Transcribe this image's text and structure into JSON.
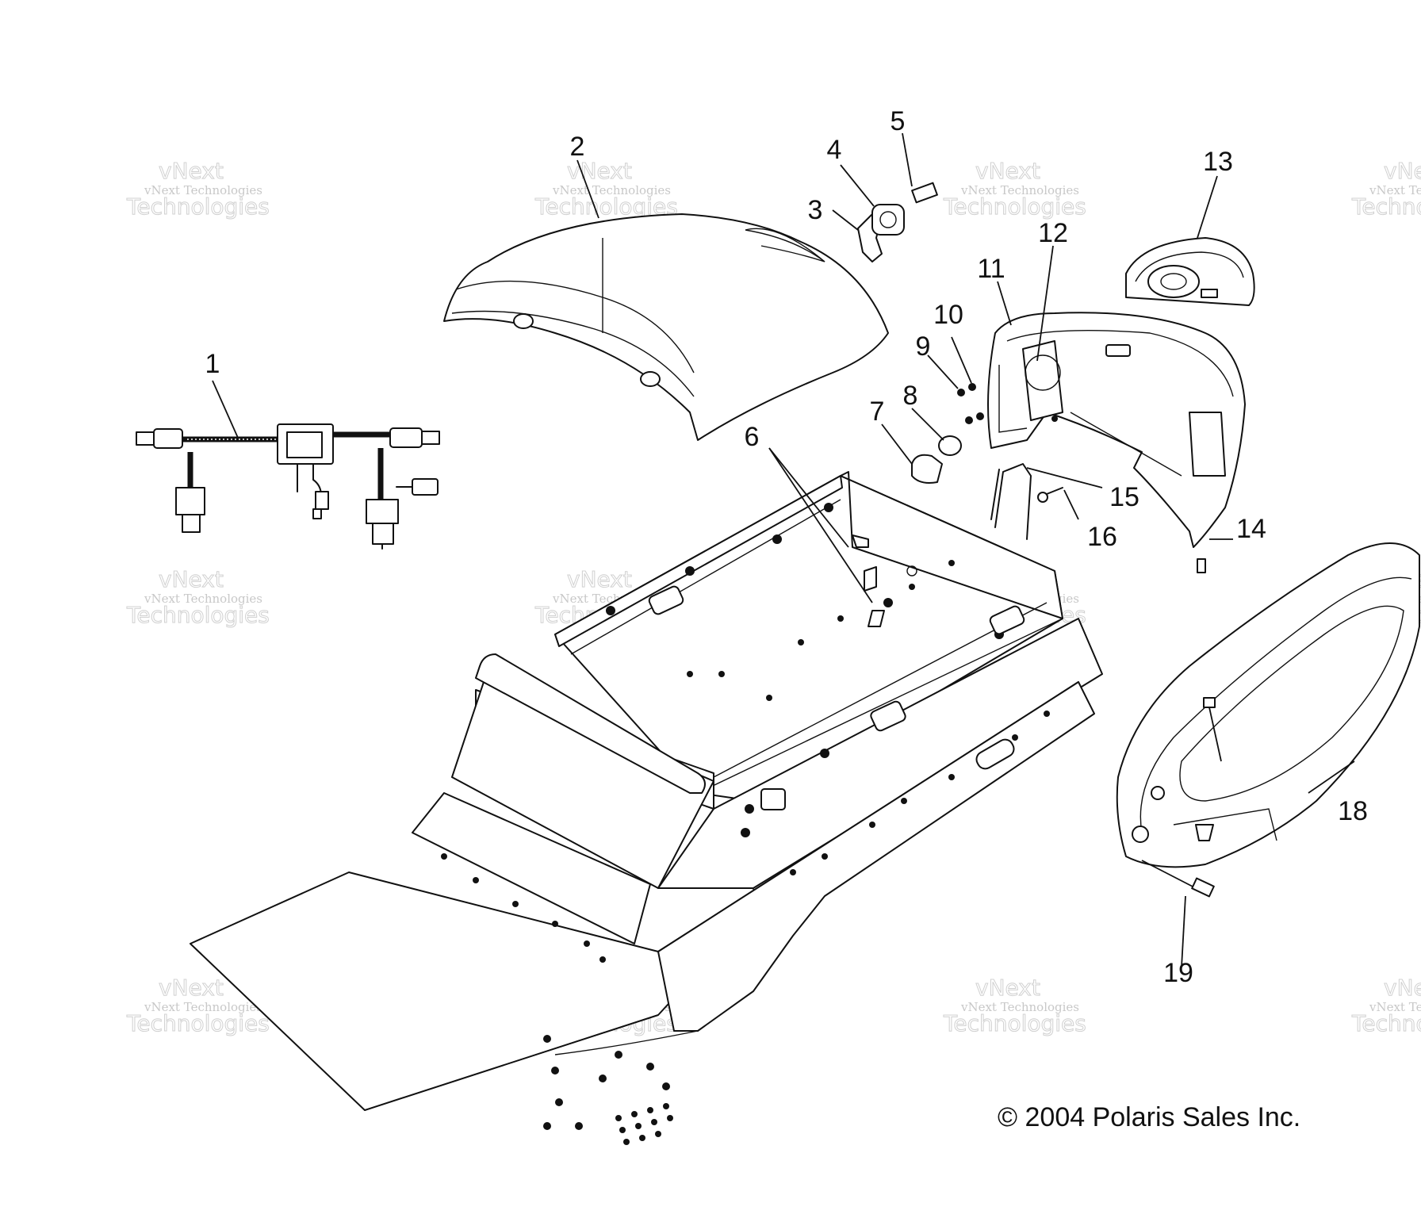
{
  "diagram": {
    "callouts": [
      {
        "id": "1",
        "label": "1"
      },
      {
        "id": "2",
        "label": "2"
      },
      {
        "id": "3",
        "label": "3"
      },
      {
        "id": "4",
        "label": "4"
      },
      {
        "id": "5",
        "label": "5"
      },
      {
        "id": "6",
        "label": "6"
      },
      {
        "id": "7",
        "label": "7"
      },
      {
        "id": "8",
        "label": "8"
      },
      {
        "id": "9",
        "label": "9"
      },
      {
        "id": "10",
        "label": "10"
      },
      {
        "id": "11",
        "label": "11"
      },
      {
        "id": "12",
        "label": "12"
      },
      {
        "id": "13",
        "label": "13"
      },
      {
        "id": "14",
        "label": "14"
      },
      {
        "id": "15",
        "label": "15"
      },
      {
        "id": "16",
        "label": "16"
      },
      {
        "id": "18",
        "label": "18"
      },
      {
        "id": "19",
        "label": "19"
      }
    ],
    "watermark": {
      "line1": "vNext Technologies",
      "line2": "Technologies",
      "line3": "vNext"
    },
    "copyright": "© 2004 Polaris Sales Inc."
  }
}
